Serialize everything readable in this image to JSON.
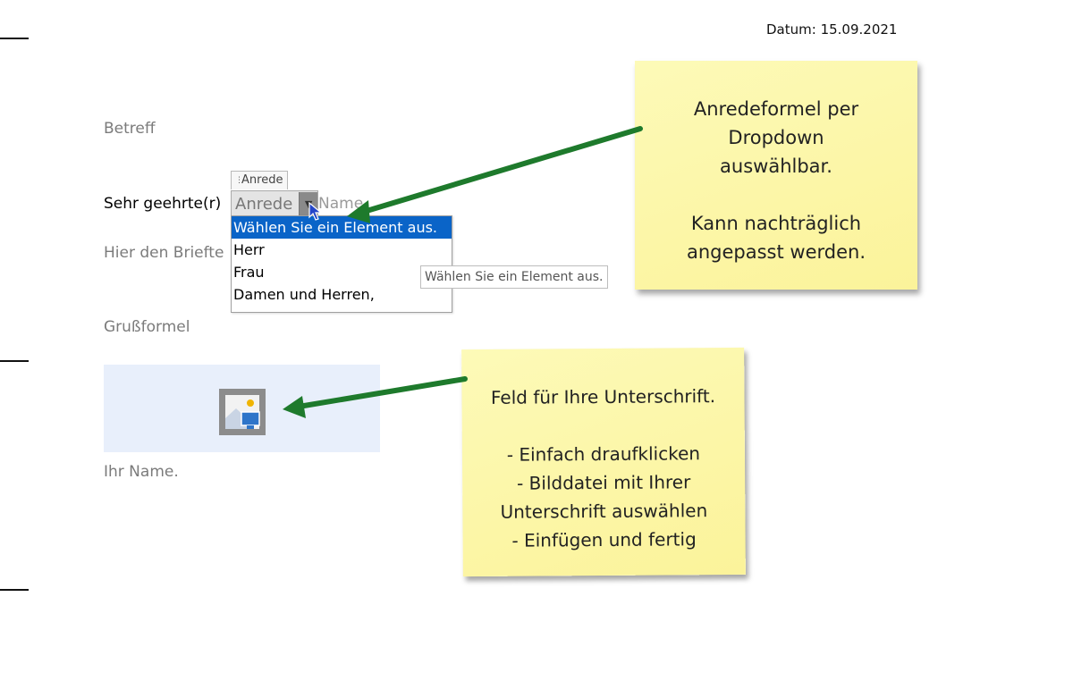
{
  "header": {
    "date_label": "Datum:",
    "date_value": "15.09.2021"
  },
  "letter": {
    "betreff": "Betreff",
    "salutation_prefix": "Sehr geehrte(r)",
    "name_suffix": "Name",
    "body_placeholder": "Hier den Briefte",
    "grussformel": "Grußformel",
    "ihr_name": "Ihr Name."
  },
  "content_control": {
    "title": "Anrede",
    "value": "Anrede",
    "options": [
      "Wählen Sie ein Element aus.",
      "Herr",
      "Frau",
      "Damen und Herren,"
    ],
    "selected_index": 0,
    "tooltip": "Wählen Sie ein Element aus."
  },
  "notes": {
    "note1": {
      "line1": "Anredeformel per",
      "line2": "Dropdown",
      "line3": "auswählbar.",
      "line4": "Kann nachträglich",
      "line5": "angepasst werden."
    },
    "note2": {
      "line1": "Feld für Ihre Unterschrift.",
      "line2": "- Einfach draufklicken",
      "line3": "- Bilddatei mit Ihrer",
      "line4": "Unterschrift auswählen",
      "line5": "- Einfügen und fertig"
    }
  },
  "colors": {
    "note_yellow": "#fbf39a",
    "arrow_green": "#1e7a2c",
    "selection_blue": "#0a64c8",
    "signature_box": "#e8effb"
  }
}
